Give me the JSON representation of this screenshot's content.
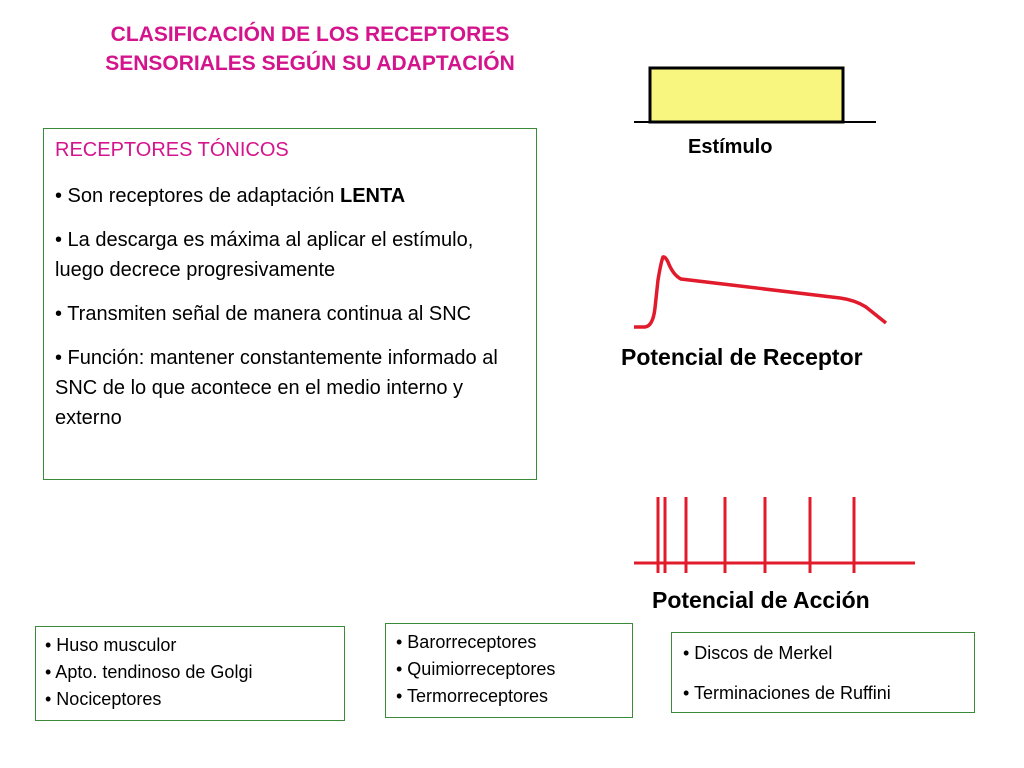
{
  "colors": {
    "title": "#d4148c",
    "heading": "#d4148c",
    "border": "#3a8a3a",
    "stimulus_fill": "#f9f67f",
    "signal": "#e11b2b"
  },
  "title": {
    "line1": "CLASIFICACIÓN DE LOS RECEPTORES",
    "line2": "SENSORIALES SEGÚN SU ADAPTACIÓN"
  },
  "main_box": {
    "heading": "RECEPTORES TÓNICOS",
    "item1_text": "• Son receptores de adaptación ",
    "item1_bold": "LENTA",
    "item2": "• La descarga es máxima al aplicar el estímulo, luego decrece progresivamente",
    "item3": "• Transmiten señal de manera continua al SNC",
    "item4": "• Función: mantener constantemente informado al SNC de lo que acontece en el medio interno y externo"
  },
  "figures": {
    "stimulus_label": "Estímulo",
    "receptor_label": "Potencial de Receptor",
    "action_label": "Potencial de Acción"
  },
  "examples": {
    "group1": [
      "• Huso musculor",
      "• Apto. tendinoso de Golgi",
      "• Nociceptores"
    ],
    "group2": [
      "• Barorreceptores",
      "• Quimiorreceptores",
      "• Termorreceptores"
    ],
    "group3": [
      "• Discos de Merkel",
      "• Terminaciones de Ruffini"
    ]
  }
}
